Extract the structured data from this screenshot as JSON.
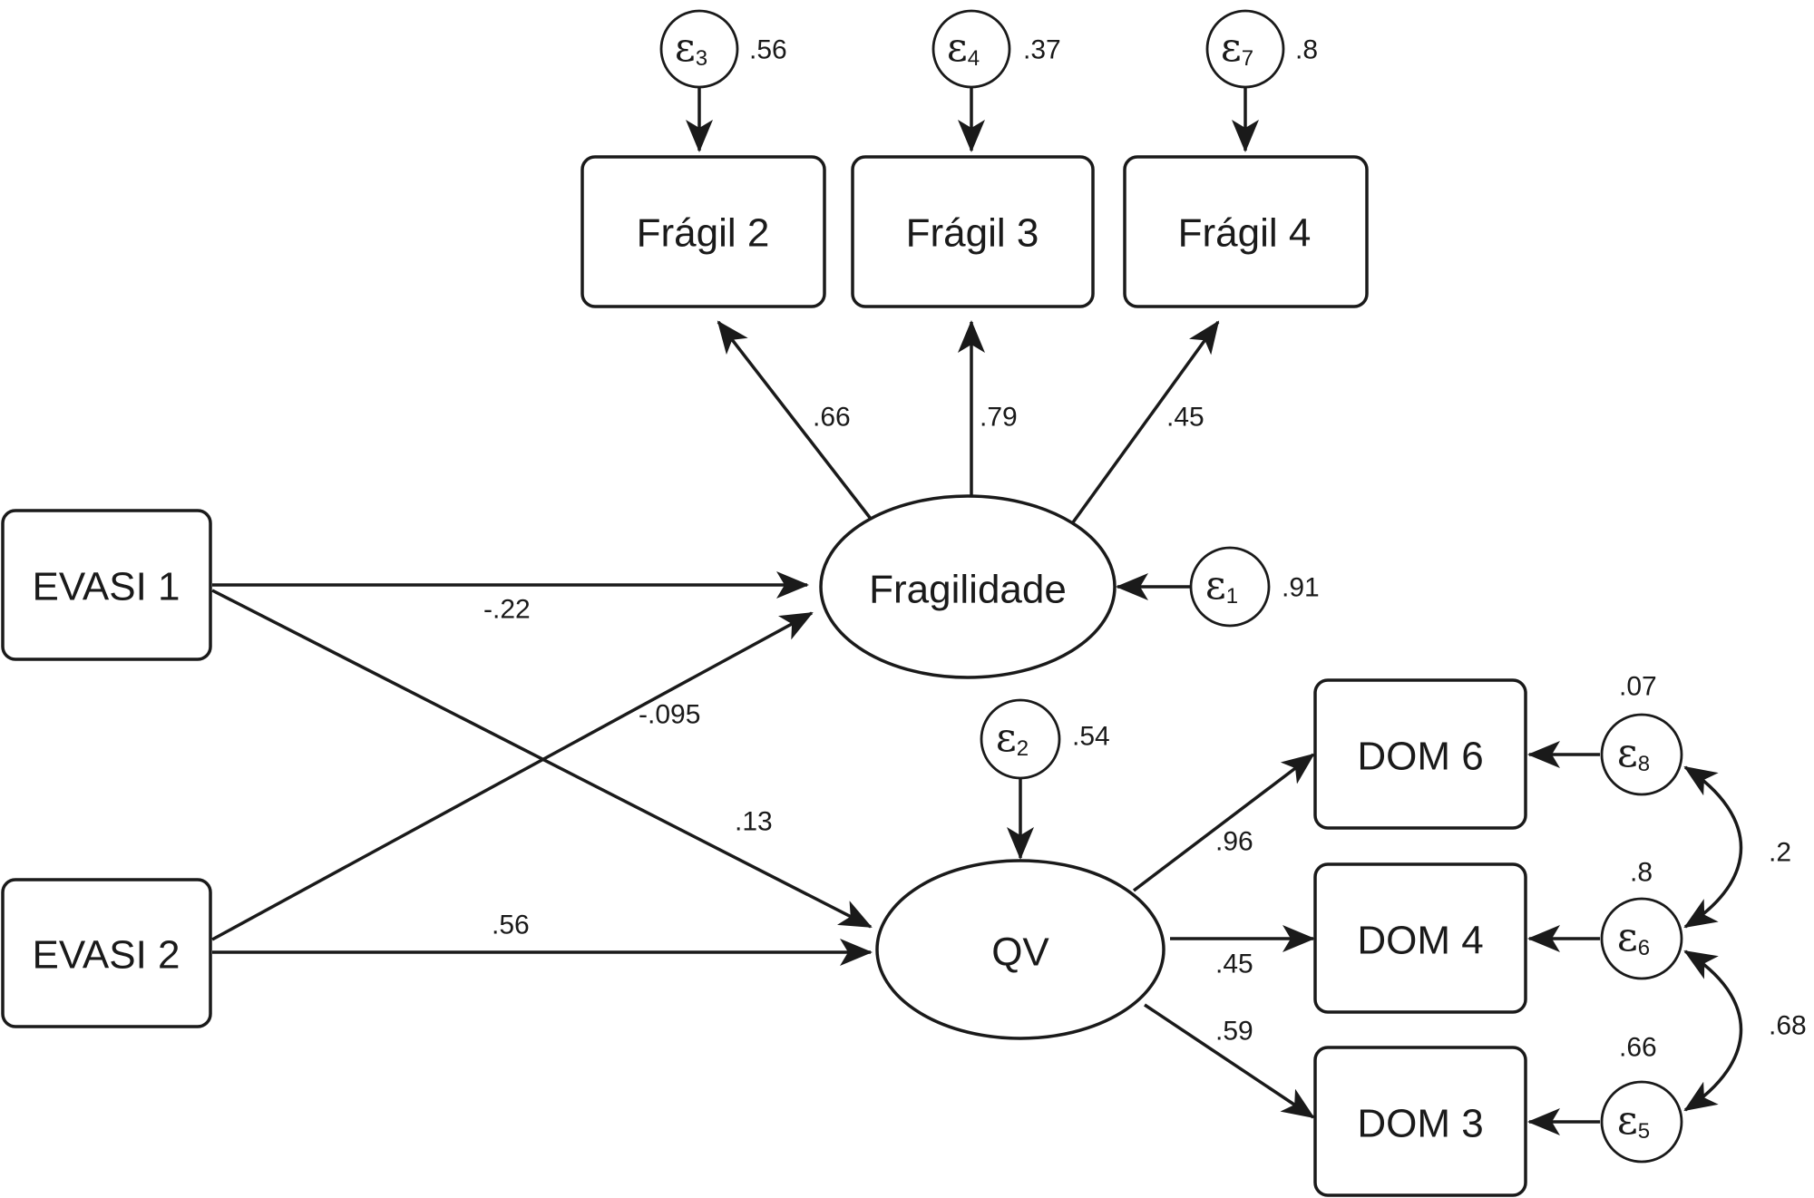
{
  "observed": {
    "fragil2": "Frágil 2",
    "fragil3": "Frágil 3",
    "fragil4": "Frágil 4",
    "evasi1": "EVASI 1",
    "evasi2": "EVASI 2",
    "dom6": "DOM 6",
    "dom4": "DOM 4",
    "dom3": "DOM 3"
  },
  "latent": {
    "fragilidade": "Fragilidade",
    "qv": "QV"
  },
  "errors": {
    "e1": {
      "symbol": "ε",
      "index": "1",
      "variance": ".91"
    },
    "e2": {
      "symbol": "ε",
      "index": "2",
      "variance": ".54"
    },
    "e3": {
      "symbol": "ε",
      "index": "3",
      "variance": ".56"
    },
    "e4": {
      "symbol": "ε",
      "index": "4",
      "variance": ".37"
    },
    "e5": {
      "symbol": "ε",
      "index": "5",
      "variance": ".66"
    },
    "e6": {
      "symbol": "ε",
      "index": "6",
      "variance": ".8"
    },
    "e7": {
      "symbol": "ε",
      "index": "7",
      "variance": ".8"
    },
    "e8": {
      "symbol": "ε",
      "index": "8",
      "variance": ".07"
    }
  },
  "paths": {
    "fragilidade_fragil2": ".66",
    "fragilidade_fragil3": ".79",
    "fragilidade_fragil4": ".45",
    "evasi1_fragilidade": "-.22",
    "evasi2_fragilidade": "-.095",
    "evasi1_qv": ".13",
    "evasi2_qv": ".56",
    "qv_dom6": ".96",
    "qv_dom4": ".45",
    "qv_dom3": ".59"
  },
  "covariances": {
    "e8_e6": ".2",
    "e6_e5": ".68"
  }
}
